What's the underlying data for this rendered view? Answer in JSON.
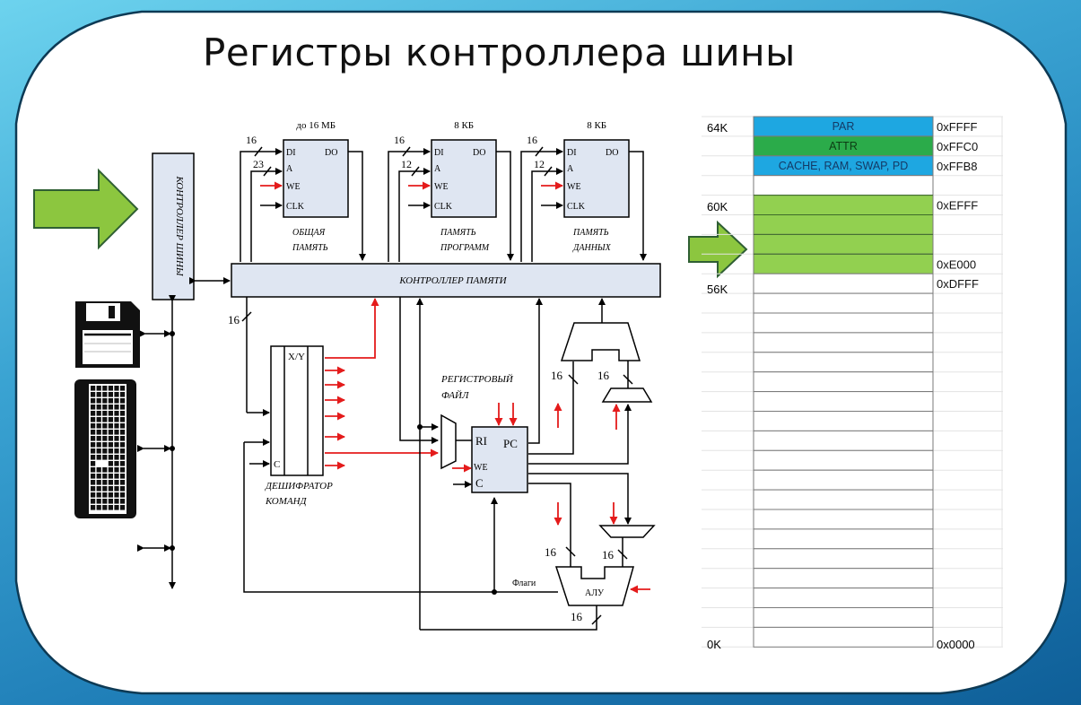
{
  "slide": {
    "title": "Регистры контроллера шины"
  },
  "diagram": {
    "bus_controller_label": "КОНТРОЛЛЕР ШИНЫ",
    "memory_controller_label": "КОНТРОЛЛЕР ПАМЯТИ",
    "memories": [
      {
        "size": "до 16 МБ",
        "name_line1": "ОБЩАЯ",
        "name_line2": "ПАМЯТЬ",
        "data_width": "16",
        "addr_width": "23",
        "ports": [
          "DI",
          "DO",
          "A",
          "WE",
          "CLK"
        ]
      },
      {
        "size": "8 КБ",
        "name_line1": "ПАМЯТЬ",
        "name_line2": "ПРОГРАММ",
        "data_width": "16",
        "addr_width": "12",
        "ports": [
          "DI",
          "DO",
          "A",
          "WE",
          "CLK"
        ]
      },
      {
        "size": "8 КБ",
        "name_line1": "ПАМЯТЬ",
        "name_line2": "ДАННЫХ",
        "data_width": "16",
        "addr_width": "12",
        "ports": [
          "DI",
          "DO",
          "A",
          "WE",
          "CLK"
        ]
      }
    ],
    "bus_width_label": "16",
    "decoder": {
      "label_line1": "ДЕШИФРАТОР",
      "label_line2": "КОМАНД",
      "xy_label": "X/Y",
      "c_label": "C"
    },
    "register_file": {
      "label_line1": "РЕГИСТРОВЫЙ",
      "label_line2": "ФАЙЛ",
      "ri": "RI",
      "pc": "PC",
      "we": "WE",
      "c": "C"
    },
    "alu": {
      "label": "АЛУ",
      "flags_label": "Флаги"
    },
    "width_labels": [
      "16",
      "16",
      "16",
      "16",
      "16"
    ],
    "peripherals": [
      "floppy-disk",
      "keyboard"
    ]
  },
  "memory_map": {
    "left_labels": {
      "row0": "64K",
      "row4": "60K",
      "row9": "56K",
      "row_last": "0K"
    },
    "cells": [
      {
        "label": "PAR",
        "addr": "0xFFFF",
        "color": "#1ea7e1"
      },
      {
        "label": "ATTR",
        "addr": "0xFFC0",
        "color": "#2bab4a"
      },
      {
        "label": "CACHE, RAM, SWAP, PD",
        "addr": "0xFFB8",
        "color": "#1ea7e1"
      },
      {
        "label": "",
        "addr": "",
        "color": "#ffffff"
      },
      {
        "label": "",
        "addr": "0xEFFF",
        "color": "#92d050"
      },
      {
        "label": "",
        "addr": "",
        "color": "#92d050"
      },
      {
        "label": "",
        "addr": "",
        "color": "#92d050"
      },
      {
        "label": "",
        "addr": "0xE000",
        "color": "#92d050"
      },
      {
        "label": "",
        "addr": "0xDFFF",
        "color": "#ffffff"
      }
    ],
    "empty_rows": 18,
    "bottom_addr": "0x0000"
  },
  "arrows": {
    "color": "#8cc63f",
    "stroke": "#2f5f33"
  }
}
